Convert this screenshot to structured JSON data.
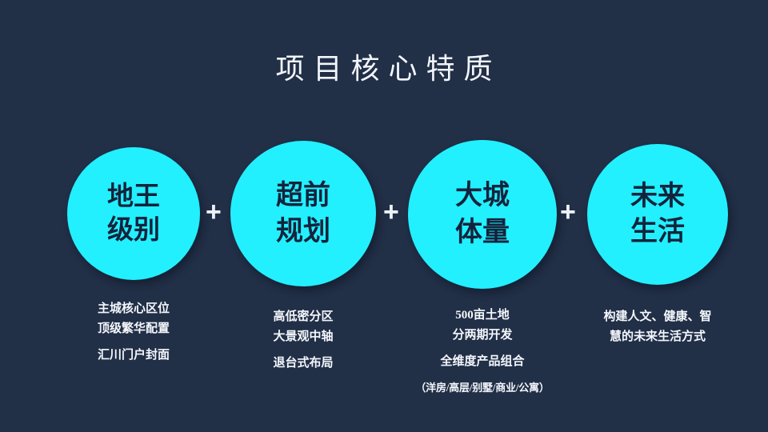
{
  "slide": {
    "title": "项目核心特质",
    "background_color": "#212f47",
    "accent_color": "#22f0ff",
    "text_color": "#f4f7fb",
    "bubble_text_color": "#14233c"
  },
  "separators": [
    {
      "symbol": "+"
    },
    {
      "symbol": "+"
    },
    {
      "symbol": "+"
    }
  ],
  "columns": [
    {
      "bubble_lines": [
        "地王",
        "级别"
      ],
      "caption_lines": [
        {
          "text": "主城核心区位",
          "style": "normal"
        },
        {
          "text": "顶级繁华配置",
          "style": "normal"
        },
        {
          "text": "汇川门户封面",
          "style": "spaced"
        }
      ]
    },
    {
      "bubble_lines": [
        "超前",
        "规划"
      ],
      "caption_lines": [
        {
          "text": "高低密分区",
          "style": "normal"
        },
        {
          "text": "大景观中轴",
          "style": "normal"
        },
        {
          "text": "退台式布局",
          "style": "spaced"
        }
      ]
    },
    {
      "bubble_lines": [
        "大城",
        "体量"
      ],
      "caption_lines": [
        {
          "text": "500亩土地",
          "style": "normal"
        },
        {
          "text": "分两期开发",
          "style": "normal"
        },
        {
          "text": "全维度产品组合",
          "style": "spaced"
        },
        {
          "text": "（洋房/高层/别墅/商业/公寓）",
          "style": "small"
        }
      ]
    },
    {
      "bubble_lines": [
        "未来",
        "生活"
      ],
      "caption_lines": [
        {
          "text": "构建人文、健康、智",
          "style": "normal"
        },
        {
          "text": "慧的未来生活方式",
          "style": "normal"
        }
      ]
    }
  ]
}
